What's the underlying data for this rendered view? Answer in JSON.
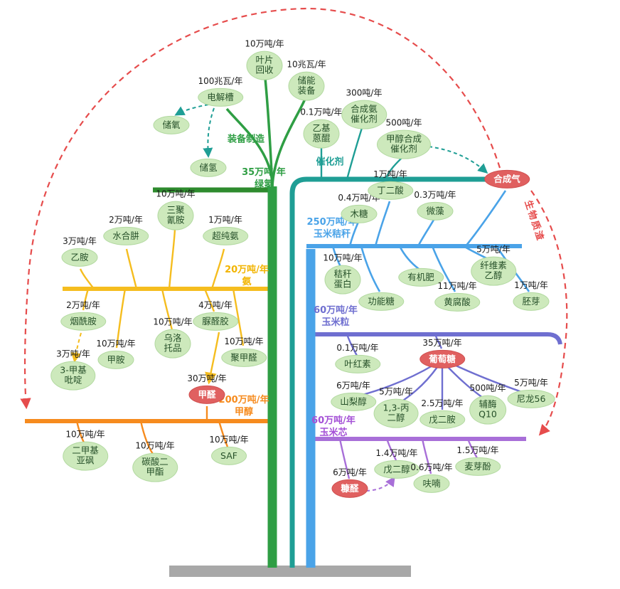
{
  "branches": {
    "equipment": {
      "label": "装备制造"
    },
    "green_hydrogen": {
      "label": "35万吨/年\n绿氢"
    },
    "catalyst": {
      "label": "催化剂"
    },
    "corn_stover": {
      "label": "250万吨/年\n玉米秸秆"
    },
    "corn_kernel": {
      "label": "60万吨/年\n玉米粒"
    },
    "corn_cob": {
      "label": "60万吨/年\n玉米芯"
    },
    "ammonia": {
      "label": "20万吨/年\n氨"
    },
    "methanol": {
      "label": "200万吨/年\n甲醇"
    },
    "biomass_residue": {
      "label": "生物质渣"
    }
  },
  "nodes": {
    "chuyang": {
      "label": "储氧"
    },
    "chuqing": {
      "label": "储氢"
    },
    "dianjiecao": {
      "label": "电解槽",
      "capacity": "100兆瓦/年"
    },
    "yepian": {
      "label": "叶片\n回收",
      "capacity": "10万吨/年"
    },
    "chuneng": {
      "label": "储能\n装备",
      "capacity": "10兆瓦/年"
    },
    "yijienkun": {
      "label": "乙基\n蒽醌",
      "capacity": "0.1万吨/年"
    },
    "heananchuihuaji": {
      "label": "合成氨\n催化剂",
      "capacity": "300吨/年"
    },
    "jiachuncuihuaji": {
      "label": "甲醇合成\n催化剂",
      "capacity": "500吨/年"
    },
    "hechengqi": {
      "label": "合成气"
    },
    "mutang": {
      "label": "木糖",
      "capacity": "0.4万吨/年"
    },
    "dingersuan": {
      "label": "丁二酸",
      "capacity": "1万吨/年"
    },
    "weizao": {
      "label": "微藻",
      "capacity": "0.3万吨/年"
    },
    "jiegandanbai": {
      "label": "秸秆\n蛋白",
      "capacity": "10万吨/年"
    },
    "gongnengtang": {
      "label": "功能糖"
    },
    "youjifei": {
      "label": "有机肥"
    },
    "huangfusuan": {
      "label": "黄腐酸",
      "capacity": "11万吨/年"
    },
    "xianweisuyichun": {
      "label": "纤维素\n乙醇",
      "capacity": "5万吨/年"
    },
    "peiya": {
      "label": "胚芽",
      "capacity": "1万吨/年"
    },
    "yehongsu": {
      "label": "叶红素",
      "capacity": "0.1万吨/年"
    },
    "putaotang": {
      "label": "葡萄糖",
      "capacity": "35万吨/年"
    },
    "shanlichun": {
      "label": "山梨醇",
      "capacity": "6万吨/年"
    },
    "bingerchun": {
      "label": "1,3-丙\n二醇",
      "capacity": "5万吨/年"
    },
    "wueran": {
      "label": "戊二胺",
      "capacity": "2.5万吨/年"
    },
    "fumeiq10": {
      "label": "辅酶\nQ10",
      "capacity": "500吨/年"
    },
    "nilong56": {
      "label": "尼龙56",
      "capacity": "5万吨/年"
    },
    "kangquan": {
      "label": "糠醛",
      "capacity": "6万吨/年"
    },
    "wuerchun": {
      "label": "戊二醇",
      "capacity": "1.4万吨/年"
    },
    "funan": {
      "label": "呋喃",
      "capacity": "0.6万吨/年"
    },
    "maiyafen": {
      "label": "麦芽酚",
      "capacity": "1.5万吨/年"
    },
    "sanjuqingan": {
      "label": "三聚\n氰胺",
      "capacity": "10万吨/年"
    },
    "shuiheqing": {
      "label": "水合肼",
      "capacity": "2万吨/年"
    },
    "chaochunan": {
      "label": "超纯氨",
      "capacity": "1万吨/年"
    },
    "yian": {
      "label": "乙胺",
      "capacity": "3万吨/年"
    },
    "yanxianan": {
      "label": "烟酰胺",
      "capacity": "2万吨/年"
    },
    "jiaan": {
      "label": "甲胺",
      "capacity": "10万吨/年"
    },
    "jiajibiding": {
      "label": "3-甲基\n吡啶",
      "capacity": "3万吨/年"
    },
    "wuluotuopin": {
      "label": "乌洛\n托品",
      "capacity": "10万吨/年"
    },
    "niaoquanjiao": {
      "label": "脲醛胶",
      "capacity": "4万吨/年"
    },
    "jujiaquan": {
      "label": "聚甲醛",
      "capacity": "10万吨/年"
    },
    "jiaquan": {
      "label": "甲醛",
      "capacity": "30万吨/年"
    },
    "erjiajiyafeng": {
      "label": "二甲基\n亚砜",
      "capacity": "10万吨/年"
    },
    "tansuanerjiazhi": {
      "label": "碳酸二\n甲酯",
      "capacity": "10万吨/年"
    },
    "saf": {
      "label": "SAF",
      "capacity": "10万吨/年"
    }
  },
  "colors": {
    "green": "#2f9e44",
    "dark_green": "#2e8b2e",
    "teal": "#1f9e95",
    "blue": "#4aa3e8",
    "indigo": "#6f6fd0",
    "orchid": "#a86fd8",
    "yellow": "#f5bd1f",
    "orange": "#f68b1e",
    "red": "#e64c4c",
    "node_fill": "#cde9bc",
    "hub_fill": "#e06060",
    "base_gray": "#a8a8a8"
  }
}
